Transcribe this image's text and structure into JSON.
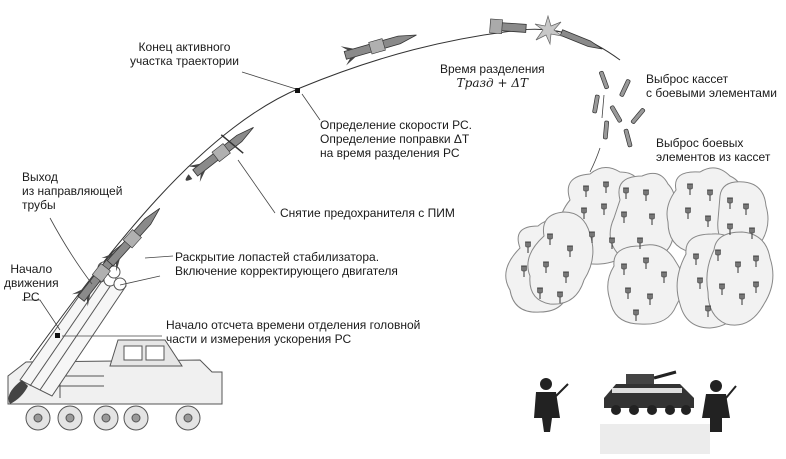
{
  "labels": {
    "end_active": {
      "line1": "Конец активного",
      "line2": "участка траектории"
    },
    "separation_time": {
      "line1": "Время разделения",
      "formula": "Tразд + ΔT"
    },
    "cassette_release": {
      "line1": "Выброс кассет",
      "line2": "с боевыми элементами"
    },
    "speed_determination": {
      "line1": "Определение скорости РС.",
      "line2": "Определение поправки ΔT",
      "line3": "на время разделения РС"
    },
    "element_release": {
      "line1": "Выброс боевых",
      "line2": "элементов из кассет"
    },
    "exit_guide": {
      "line1": "Выход",
      "line2": "из направляющей",
      "line3": "трубы"
    },
    "fuse_removal": {
      "line1": "Снятие предохранителя с ПИМ"
    },
    "stabilizer_deploy": {
      "line1": "Раскрытие лопастей стабилизатора.",
      "line2": "Включение корректирующего двигателя"
    },
    "motion_start": {
      "line1": "Начало",
      "line2": "движения",
      "line3": "РС"
    },
    "timer_start": {
      "line1": "Начало отсчета времени отделения головной",
      "line2": "части и измерения ускорения РС"
    }
  }
}
